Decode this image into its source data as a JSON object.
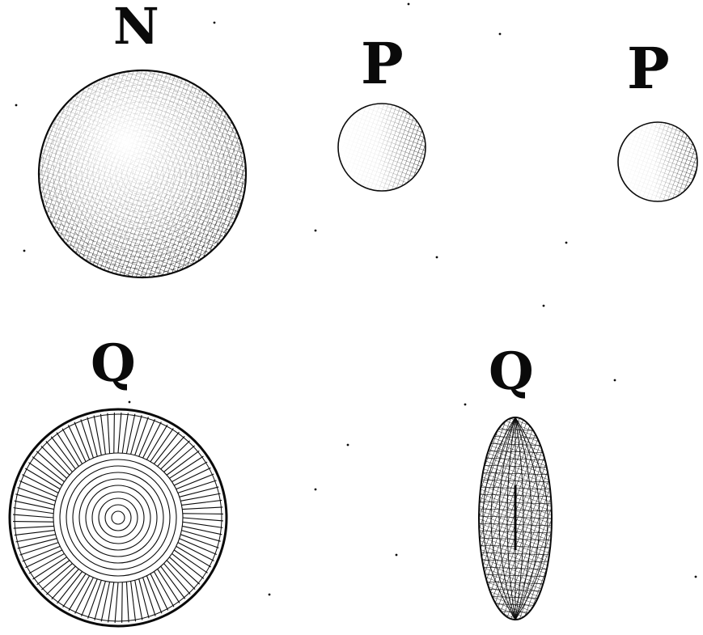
{
  "labels": {
    "n": "N",
    "p_left": "P",
    "p_right": "P",
    "q_left": "Q",
    "q_right": "Q"
  },
  "colors": {
    "ink": "#0a0a0a",
    "paper": "#ffffff"
  }
}
